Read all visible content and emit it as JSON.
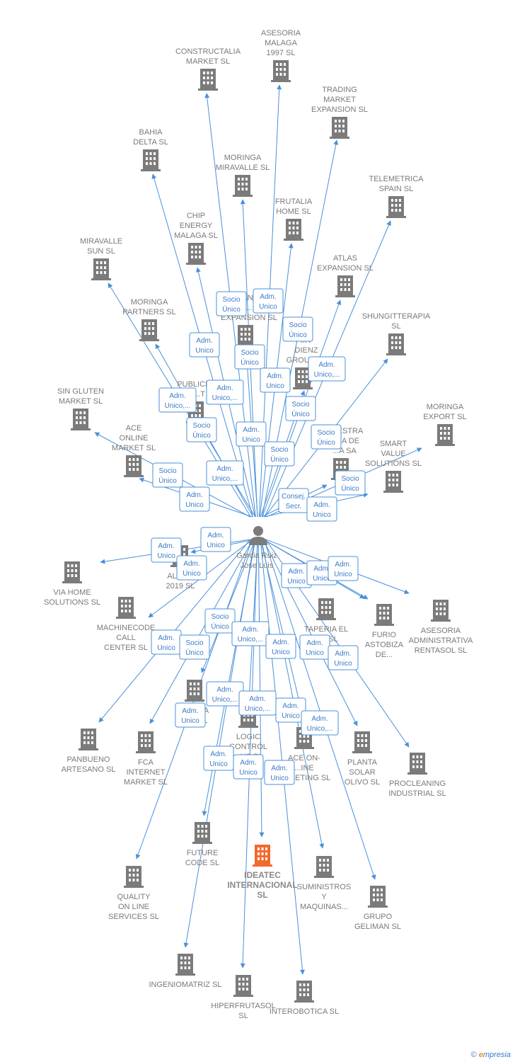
{
  "center": {
    "name_lines": [
      "Garcia Ruiz",
      "Jose Luis"
    ],
    "icon": "person-icon"
  },
  "companies": [
    {
      "id": "constructalia",
      "lines": [
        "CONSTRUCTALIA",
        "MARKET  SL"
      ]
    },
    {
      "id": "asesoria-malaga",
      "lines": [
        "ASESORIA",
        "MALAGA",
        "1997  SL"
      ]
    },
    {
      "id": "trading-market",
      "lines": [
        "TRADING",
        "MARKET",
        "EXPANSION  SL"
      ]
    },
    {
      "id": "bahia-delta",
      "lines": [
        "BAHIA",
        "DELTA SL"
      ]
    },
    {
      "id": "moringa-miravalle",
      "lines": [
        "MORINGA",
        "MIRAVALLE  SL"
      ]
    },
    {
      "id": "telemetrica",
      "lines": [
        "TELEMETRICA",
        "SPAIN  SL"
      ]
    },
    {
      "id": "frutalia",
      "lines": [
        "FRUTALIA",
        "HOME  SL"
      ]
    },
    {
      "id": "chip-energy",
      "lines": [
        "CHIP",
        "ENERGY",
        "MALAGA  SL"
      ]
    },
    {
      "id": "miravalle-sun",
      "lines": [
        "MIRAVALLE",
        "SUN  SL"
      ]
    },
    {
      "id": "atlas",
      "lines": [
        "ATLAS",
        "EXPANSION  SL"
      ]
    },
    {
      "id": "standard",
      "lines": [
        "STAND...",
        "...",
        "EXPANSION SL"
      ]
    },
    {
      "id": "moringa-partners",
      "lines": [
        "MORINGA",
        "PARTNERS  SL"
      ]
    },
    {
      "id": "shungitterapia",
      "lines": [
        "SHUNGITTERAPIA",
        "SL"
      ]
    },
    {
      "id": "dienz",
      "lines": [
        "...Y",
        "DIENZ",
        "GROUP  SL"
      ]
    },
    {
      "id": "publicitas",
      "lines": [
        "PUBLICITAS",
        "...T"
      ]
    },
    {
      "id": "sin-gluten",
      "lines": [
        "SIN GLUTEN",
        "MARKET  SL"
      ]
    },
    {
      "id": "moringa-export",
      "lines": [
        "MORINGA",
        "EXPORT  SL"
      ]
    },
    {
      "id": "nuestra",
      "lines": [
        "NUESTRA",
        "...RA DE",
        "...A SA"
      ]
    },
    {
      "id": "ace-online",
      "lines": [
        "ACE",
        "ONLINE",
        "MARKET SL"
      ]
    },
    {
      "id": "smart-value",
      "lines": [
        "SMART",
        "VALUE",
        "SOLUTIONS SL"
      ]
    },
    {
      "id": "alex",
      "lines": [
        "ALEX...",
        "2019  SL"
      ]
    },
    {
      "id": "via-home",
      "lines": [
        "VIA HOME",
        "SOLUTIONS SL"
      ]
    },
    {
      "id": "machinecode",
      "lines": [
        "MACHINECODE",
        "CALL",
        "CENTER  SL"
      ]
    },
    {
      "id": "taperia",
      "lines": [
        "TAPERIA EL",
        "...R SL"
      ]
    },
    {
      "id": "furio",
      "lines": [
        "FURIO",
        "ASTOBIZA",
        "DE..."
      ]
    },
    {
      "id": "asesoria-rentasol",
      "lines": [
        "ASESORIA",
        "ADMINISTRATIVA",
        "RENTASOL SL"
      ]
    },
    {
      "id": "mi-gia",
      "lines": [
        "MI...GIA",
        "HI...  SL"
      ]
    },
    {
      "id": "logic-control",
      "lines": [
        "LOGIC",
        "CONTROL",
        "...YS SL"
      ]
    },
    {
      "id": "ace-online-mk",
      "lines": [
        "ACE ON-",
        "...INE",
        "...RKETING SL"
      ]
    },
    {
      "id": "panbueno",
      "lines": [
        "PANBUENO",
        "ARTESANO  SL"
      ]
    },
    {
      "id": "fca-internet",
      "lines": [
        "FCA",
        "INTERNET",
        "MARKET  SL"
      ]
    },
    {
      "id": "planta-solar",
      "lines": [
        "PLANTA",
        "SOLAR",
        "OLIVO SL"
      ]
    },
    {
      "id": "procleaning",
      "lines": [
        "PROCLEANING",
        "INDUSTRIAL SL"
      ]
    },
    {
      "id": "future-code",
      "lines": [
        "FUTURE",
        "CODE  SL"
      ]
    },
    {
      "id": "ideatec",
      "lines": [
        "IDEATEC",
        "INTERNACIONAL",
        "SL"
      ]
    },
    {
      "id": "suministros",
      "lines": [
        "SUMINISTROS",
        "Y",
        "MAQUINAS..."
      ]
    },
    {
      "id": "quality",
      "lines": [
        "QUALITY",
        "ON LINE",
        "SERVICES  SL"
      ]
    },
    {
      "id": "grupo-geliman",
      "lines": [
        "GRUPO",
        "GELIMAN  SL"
      ]
    },
    {
      "id": "ingeniomatriz",
      "lines": [
        "INGENIOMATRIZ SL"
      ]
    },
    {
      "id": "hiperfrutasol",
      "lines": [
        "HIPERFRUTASOL",
        "SL"
      ]
    },
    {
      "id": "interobotica",
      "lines": [
        "INTEROBOTICA SL"
      ]
    }
  ],
  "edge_labels": [
    {
      "lines": [
        "Socio",
        "Único"
      ]
    },
    {
      "lines": [
        "Adm.",
        "Unico"
      ]
    },
    {
      "lines": [
        "Socio",
        "Único"
      ]
    },
    {
      "lines": [
        "Adm.",
        "Unico"
      ]
    },
    {
      "lines": [
        "Socio",
        "Único"
      ]
    },
    {
      "lines": [
        "Adm.",
        "Unico,..."
      ]
    },
    {
      "lines": [
        "Adm.",
        "Unico"
      ]
    },
    {
      "lines": [
        "Adm.",
        "Unico,..."
      ]
    },
    {
      "lines": [
        "Adm.",
        "Unico,..."
      ]
    },
    {
      "lines": [
        "Socio",
        "Único"
      ]
    },
    {
      "lines": [
        "Socio",
        "Único"
      ]
    },
    {
      "lines": [
        "Adm.",
        "Unico"
      ]
    },
    {
      "lines": [
        "Socio",
        "Único"
      ]
    },
    {
      "lines": [
        "Socio",
        "Único"
      ]
    },
    {
      "lines": [
        "Adm.",
        "Unico,..."
      ]
    },
    {
      "lines": [
        "Socio",
        "Único"
      ]
    },
    {
      "lines": [
        "Socio",
        "Único"
      ]
    },
    {
      "lines": [
        "Adm.",
        "Unico"
      ]
    },
    {
      "lines": [
        "Consej.",
        "Secr."
      ]
    },
    {
      "lines": [
        "Adm.",
        "Unico"
      ]
    },
    {
      "lines": [
        "Adm.",
        "Unico"
      ]
    },
    {
      "lines": [
        "Adm.",
        "Unico"
      ]
    },
    {
      "lines": [
        "Adm.",
        "Unico"
      ]
    },
    {
      "lines": [
        "Adm.",
        "Unico"
      ]
    },
    {
      "lines": [
        "Adm.",
        "Unico"
      ]
    },
    {
      "lines": [
        "Adm.",
        "Unico"
      ]
    },
    {
      "lines": [
        "Socio",
        "Único"
      ]
    },
    {
      "lines": [
        "Adm.",
        "Unico"
      ]
    },
    {
      "lines": [
        "Socio",
        "Único"
      ]
    },
    {
      "lines": [
        "Adm.",
        "Unico,..."
      ]
    },
    {
      "lines": [
        "Adm.",
        "Unico"
      ]
    },
    {
      "lines": [
        "Adm.",
        "Unico"
      ]
    },
    {
      "lines": [
        "Adm.",
        "Unico"
      ]
    },
    {
      "lines": [
        "Adm.",
        "Unico,..."
      ]
    },
    {
      "lines": [
        "Adm.",
        "Unico,..."
      ]
    },
    {
      "lines": [
        "Adm.",
        "Unico"
      ]
    },
    {
      "lines": [
        "Adm.",
        "Unico,..."
      ]
    },
    {
      "lines": [
        "Adm.",
        "Unico"
      ]
    },
    {
      "lines": [
        "Adm.",
        "Unico"
      ]
    },
    {
      "lines": [
        "Adm.",
        "Unico"
      ]
    },
    {
      "lines": [
        "Adm.",
        "Unico"
      ]
    }
  ],
  "colors": {
    "edge": "#4a90d9",
    "building": "#7b7b7b",
    "highlight": "#f26a2e",
    "label": "#7a7a7a"
  },
  "footer": {
    "copyright": "©",
    "brand_first": "e",
    "brand_rest": "mpresia"
  }
}
